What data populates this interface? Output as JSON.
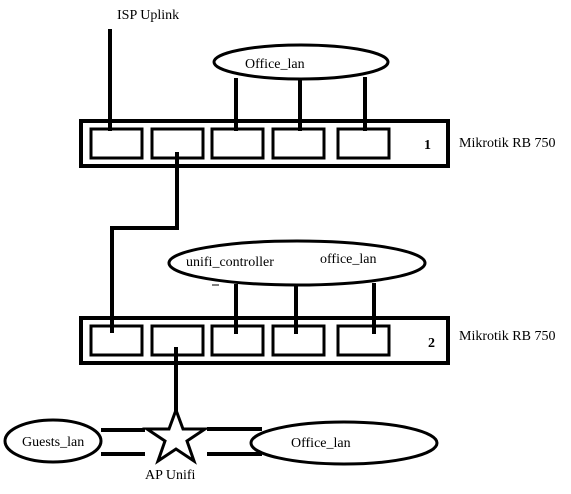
{
  "labels": {
    "isp_uplink": "ISP Uplink",
    "office_lan_top": "Office_lan",
    "router1_name": "Mikrotik RB 750",
    "router1_number": "1",
    "unifi_controller": "unifi_controller",
    "office_lan_mid": "office_lan",
    "router2_name": "Mikrotik RB 750",
    "router2_number": "2",
    "guests_lan": "Guests_lan",
    "office_lan_bottom": "Office_lan",
    "ap_unifi": "AP Unifi"
  },
  "colors": {
    "stroke": "#000000",
    "background": "#ffffff"
  }
}
